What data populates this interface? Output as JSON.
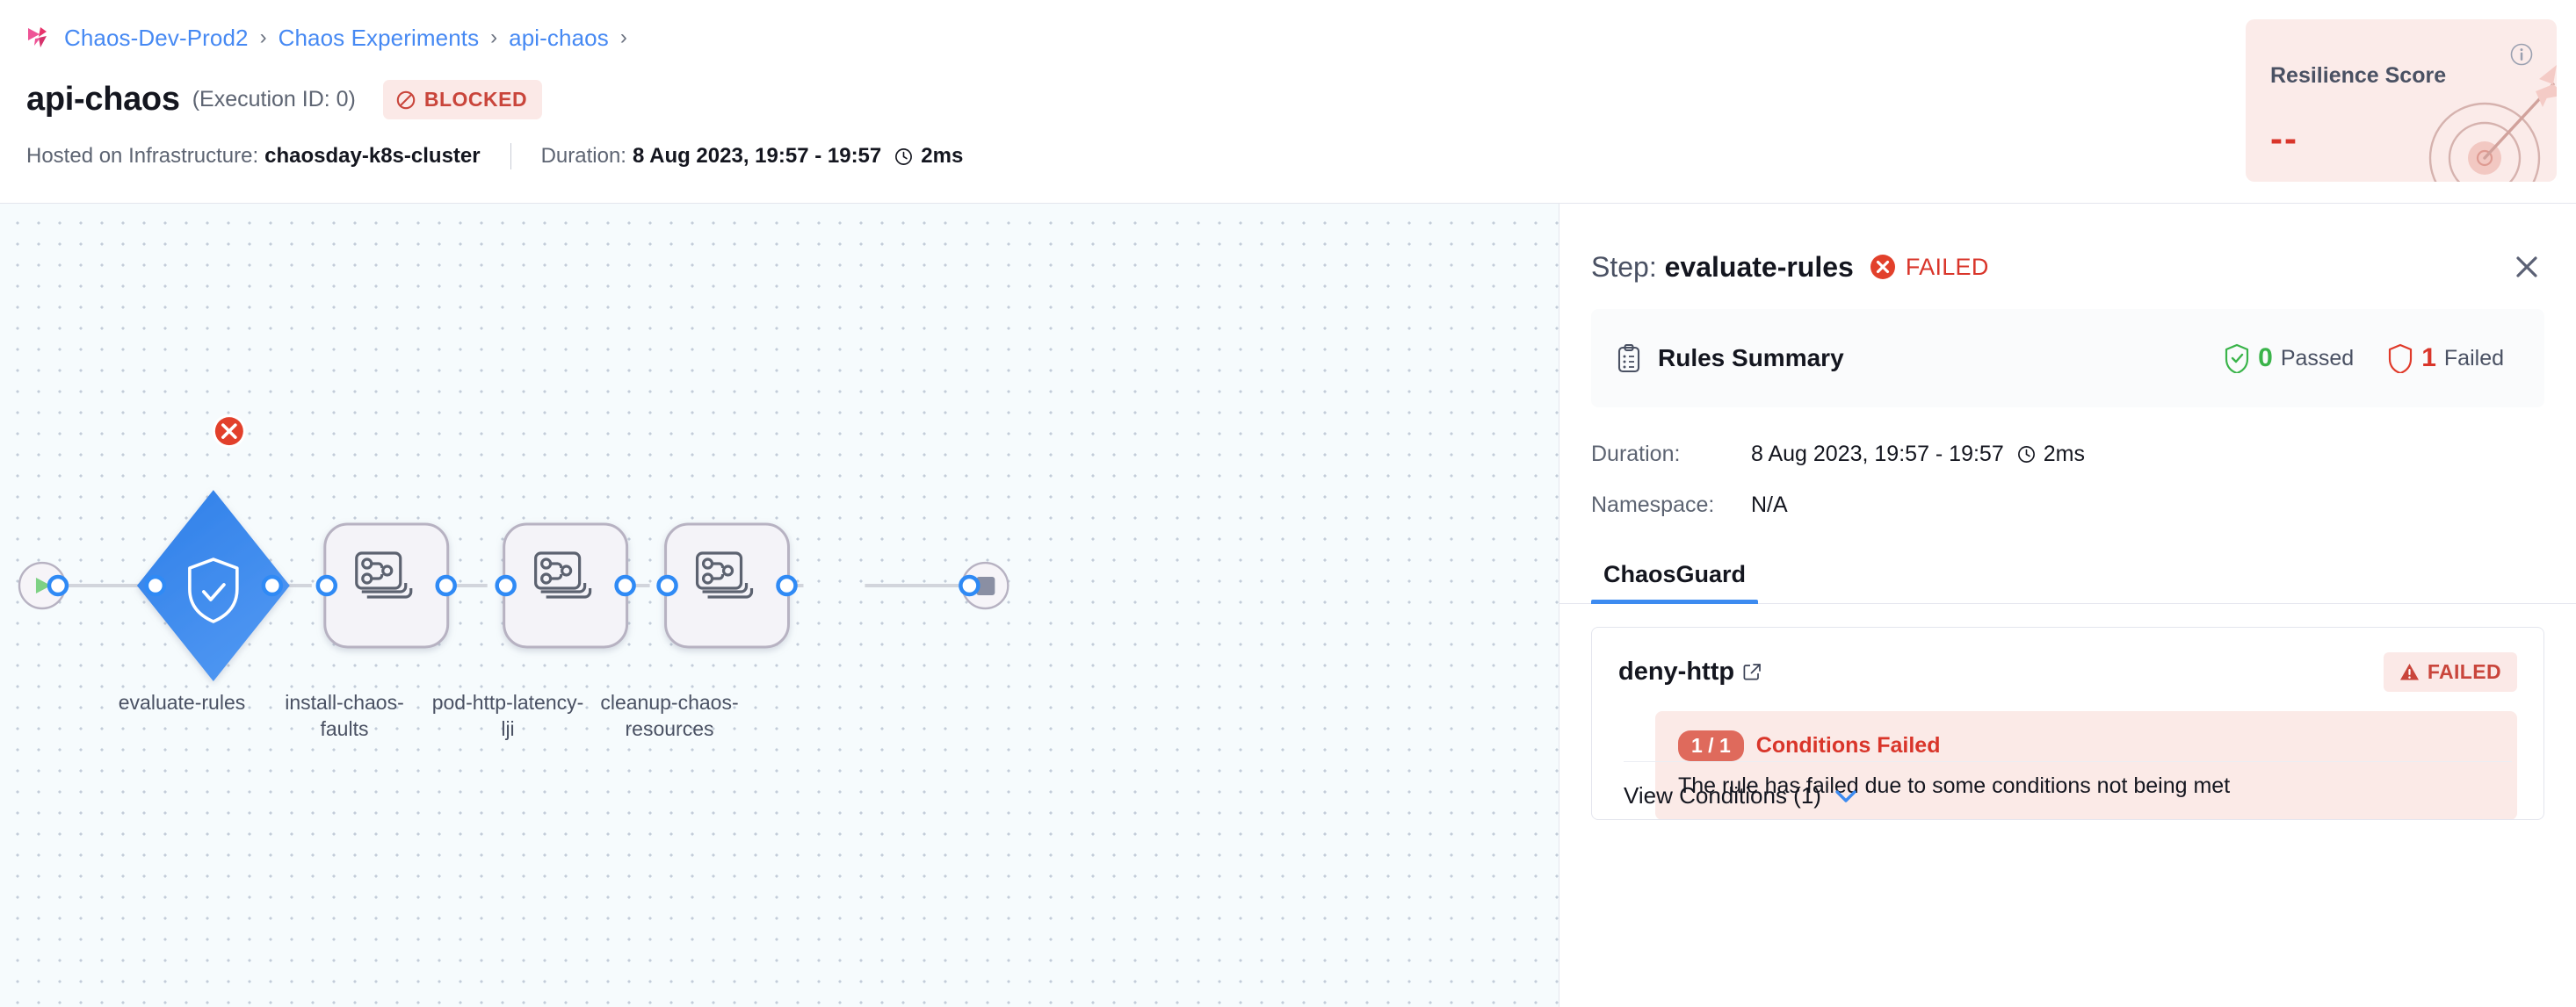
{
  "breadcrumb": {
    "logo": "harness-logo",
    "items": [
      "Chaos-Dev-Prod2",
      "Chaos Experiments",
      "api-chaos"
    ],
    "separator": "›",
    "trailing_separator": "›"
  },
  "header": {
    "title": "api-chaos",
    "execution_id": "(Execution ID: 0)",
    "status_badge": {
      "label": "BLOCKED",
      "icon": "blocked-icon",
      "color": "#c9453b",
      "bg": "#fbe9e7"
    },
    "infrastructure_label": "Hosted on Infrastructure:",
    "infrastructure_value": "chaosday-k8s-cluster",
    "duration_label": "Duration:",
    "duration_range": "8 Aug 2023, 19:57 - 19:57",
    "duration_value": "2ms",
    "clock_icon": "clock-icon"
  },
  "resilience": {
    "title": "Resilience Score",
    "value": "--",
    "info_icon": "info-icon",
    "art_icon": "target-dart-icon",
    "bg": "#fbebe9",
    "value_color": "#d9352a"
  },
  "graph": {
    "start_node": {
      "name": "start",
      "icon": "play-icon"
    },
    "end_node": {
      "name": "end",
      "icon": "stop-square-icon"
    },
    "nodes": [
      {
        "id": "evaluate-rules",
        "label": "evaluate-rules",
        "shape": "diamond",
        "icon": "shield-check-icon",
        "status": "failed",
        "badge_icon": "error-x-icon",
        "color": "#3d8bf0"
      },
      {
        "id": "install-chaos-faults",
        "label": "install-chaos-\nfaults",
        "shape": "rounded-square",
        "icon": "chaos-fault-icon",
        "status": "not-started"
      },
      {
        "id": "pod-http-latency-lji",
        "label": "pod-http-latency-\nlji",
        "shape": "rounded-square",
        "icon": "chaos-fault-icon",
        "status": "not-started"
      },
      {
        "id": "cleanup-chaos-resources",
        "label": "cleanup-chaos-\nresources",
        "shape": "rounded-square",
        "icon": "chaos-fault-icon",
        "status": "not-started"
      }
    ]
  },
  "panel": {
    "step_prefix": "Step:",
    "step_name": "evaluate-rules",
    "step_status": "FAILED",
    "status_icon": "error-x-icon",
    "close_icon": "close-icon",
    "rules_summary": {
      "icon": "clipboard-icon",
      "title": "Rules Summary",
      "passed_count": "0",
      "passed_label": "Passed",
      "passed_icon": "shield-check-icon",
      "failed_count": "1",
      "failed_label": "Failed",
      "failed_icon": "shield-outline-icon"
    },
    "details": {
      "duration_key": "Duration:",
      "duration_range": "8 Aug 2023, 19:57 - 19:57",
      "duration_value": "2ms",
      "clock_icon": "clock-icon",
      "namespace_key": "Namespace:",
      "namespace_value": "N/A"
    },
    "tabs": [
      {
        "label": "ChaosGuard",
        "active": true
      }
    ],
    "rule": {
      "name": "deny-http",
      "external_link_icon": "external-link-icon",
      "badge_label": "FAILED",
      "badge_icon": "warning-triangle-icon",
      "conditions_pill": "1 / 1",
      "conditions_title": "Conditions Failed",
      "conditions_desc": "The rule has failed due to some conditions not being met",
      "view_conditions_label": "View Conditions (1)",
      "chevron_icon": "chevron-down-icon"
    }
  },
  "colors": {
    "accent_blue": "#3d8bf0",
    "link_blue": "#4689f3",
    "danger_red": "#d9352a",
    "success_green": "#3ab44a",
    "canvas_bg": "#f6fbfd"
  }
}
